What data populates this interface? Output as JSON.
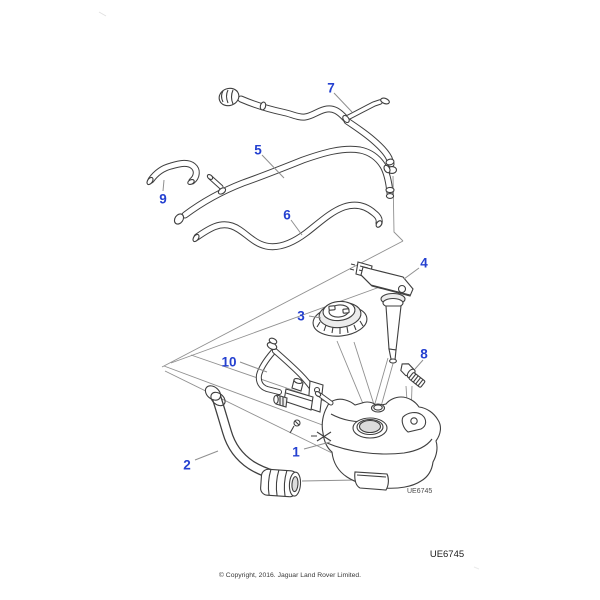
{
  "diagram": {
    "callouts": [
      "1",
      "2",
      "3",
      "4",
      "5",
      "6",
      "7",
      "8",
      "9",
      "10"
    ],
    "codes": {
      "inline": "UE6745",
      "corner": "UE6745"
    },
    "copyright": "© Copyright, 2016. Jaguar Land Rover Limited.",
    "colors": {
      "callout_blue": "#2440d0",
      "reference_gray": "#8f8f8f",
      "part_line": "#3f3f3f",
      "background": "#ffffff"
    }
  }
}
